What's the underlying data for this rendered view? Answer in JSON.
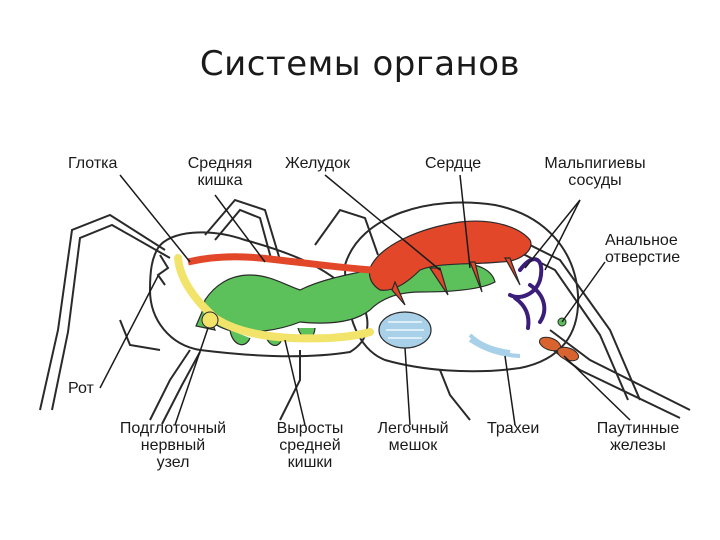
{
  "title": "Системы органов",
  "labels": {
    "pharynx": "Глотка",
    "midgut_l1": "Средняя",
    "midgut_l2": "кишка",
    "stomach": "Желудок",
    "heart": "Сердце",
    "malpighian_l1": "Мальпигиевы",
    "malpighian_l2": "сосуды",
    "anus_l1": "Анальное",
    "anus_l2": "отверстие",
    "mouth": "Рот",
    "ganglion_l1": "Подглоточный",
    "ganglion_l2": "нервный",
    "ganglion_l3": "узел",
    "diverticula_l1": "Выросты",
    "diverticula_l2": "средней",
    "diverticula_l3": "кишки",
    "lung_l1": "Легочный",
    "lung_l2": "мешок",
    "tracheae": "Трахеи",
    "spinnerets_l1": "Паутинные",
    "spinnerets_l2": "железы"
  },
  "colors": {
    "heart": "#e2472a",
    "gut": "#5cc15a",
    "nerve": "#f2e36a",
    "malpighian": "#3b1e7a",
    "lung": "#a8d0e8",
    "silk_glands": "#d9632f",
    "outline": "#2a2a2a"
  }
}
